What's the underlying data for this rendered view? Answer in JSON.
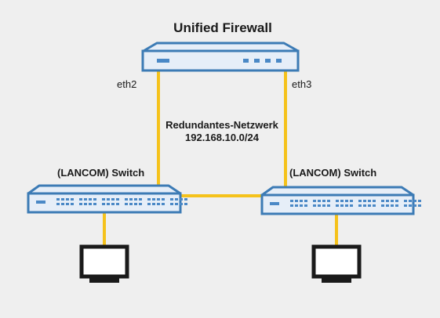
{
  "firewall": {
    "title": "Unified Firewall",
    "port_left": "eth2",
    "port_right": "eth3"
  },
  "network": {
    "name": "Redundantes-Netzwerk",
    "subnet": "192.168.10.0/24"
  },
  "switches": {
    "left_label": "(LANCOM) Switch",
    "right_label": "(LANCOM) Switch"
  },
  "colors": {
    "background": "#efefef",
    "link": "#f5c21b",
    "device_stroke": "#3c7bb5",
    "device_fill": "#e6eef8",
    "port_fill": "#4a88c6",
    "monitor_screen": "#ffffff"
  }
}
